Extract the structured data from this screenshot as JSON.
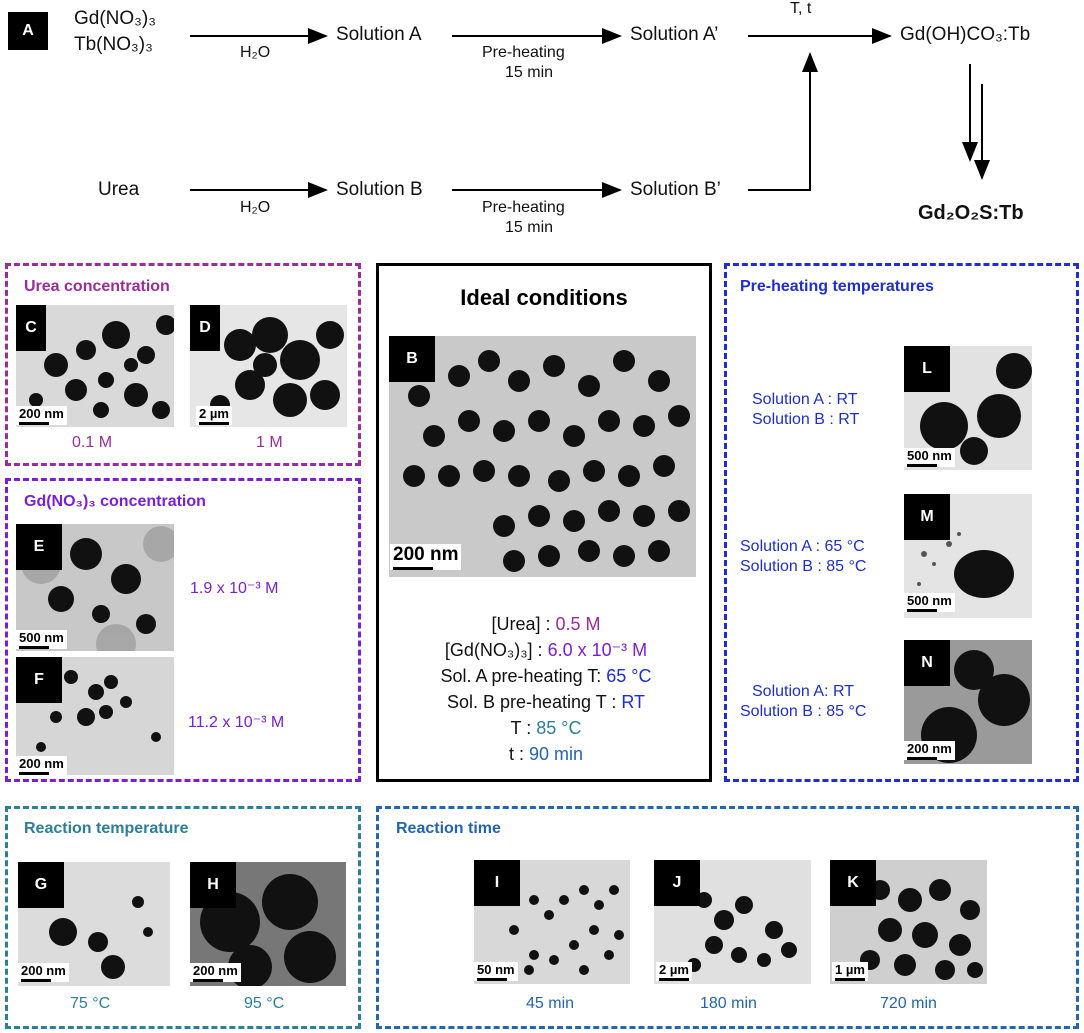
{
  "top_scheme": {
    "label_a": "A",
    "gd_nitrate": "Gd(NO₃)₃",
    "tb_nitrate": "Tb(NO₃)₃",
    "urea": "Urea",
    "h2o_top": "H₂O",
    "h2o_bottom": "H₂O",
    "solution_a": "Solution A",
    "solution_b": "Solution B",
    "preheat_top": "Pre-heating",
    "preheat_top_time": "15 min",
    "preheat_bottom": "Pre-heating",
    "preheat_bottom_time": "15 min",
    "solution_a_prime": "Solution A’",
    "solution_b_prime": "Solution B’",
    "t_label": "T, t",
    "product": "Gd(OH)CO₃:Tb",
    "final_product": "Gd₂O₂S:Tb"
  },
  "urea_panel": {
    "title": "Urea concentration",
    "c_label": "C",
    "d_label": "D",
    "c_scale": "200 nm",
    "d_scale": "2 µm",
    "c_caption": "0.1 M",
    "d_caption": "1 M"
  },
  "gd_panel": {
    "title": "Gd(NO₃)₃ concentration",
    "e_label": "E",
    "f_label": "F",
    "e_scale": "500 nm",
    "f_scale": "200 nm",
    "e_caption": "1.9 x 10⁻³ M",
    "f_caption": "11.2 x 10⁻³ M"
  },
  "ideal_panel": {
    "title": "Ideal conditions",
    "b_label": "B",
    "b_scale": "200 nm",
    "urea_key": "[Urea] : ",
    "urea_val": "0.5 M",
    "gd_key": "[Gd(NO₃)₃] : ",
    "gd_val": "6.0 x 10⁻³ M",
    "sola_key": "Sol. A pre-heating T: ",
    "sola_val": "65 °C",
    "solb_key": "Sol. B pre-heating T : ",
    "solb_val": "RT",
    "t_key": "T : ",
    "t_val": "85 °C",
    "time_key": "t : ",
    "time_val": "90 min"
  },
  "preheat_panel": {
    "title": "Pre-heating temperatures",
    "l_label": "L",
    "m_label": "M",
    "n_label": "N",
    "l_scale": "500 nm",
    "m_scale": "500 nm",
    "n_scale": "200 nm",
    "l_line1": "Solution A : RT",
    "l_line2": "Solution B : RT",
    "m_line1": "Solution A : 65 °C",
    "m_line2": "Solution B : 85 °C",
    "n_line1": "Solution A: RT",
    "n_line2": "Solution B : 85 °C"
  },
  "reaction_temp_panel": {
    "title": "Reaction temperature",
    "g_label": "G",
    "h_label": "H",
    "g_scale": "200 nm",
    "h_scale": "200 nm",
    "g_caption": "75 °C",
    "h_caption": "95 °C"
  },
  "reaction_time_panel": {
    "title": "Reaction time",
    "i_label": "I",
    "j_label": "J",
    "k_label": "K",
    "i_scale": "50 nm",
    "j_scale": "2 µm",
    "k_scale": "1 µm",
    "i_caption": "45 min",
    "j_caption": "180 min",
    "k_caption": "720 min"
  },
  "colors": {
    "urea": "#9b2c9b",
    "gd": "#7a1fd6",
    "preheat": "#1d2fd0",
    "temp": "#2b7f99",
    "time": "#2266b0"
  }
}
